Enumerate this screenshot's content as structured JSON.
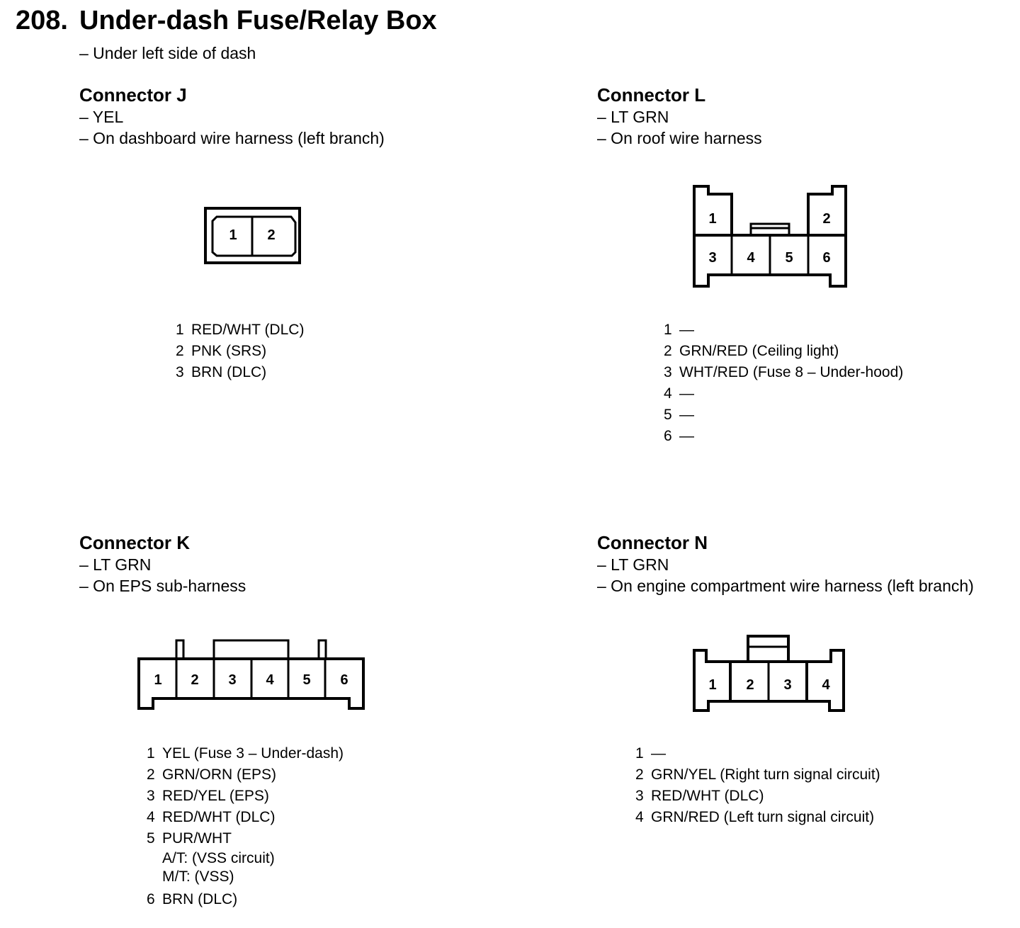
{
  "header": {
    "number": "208.",
    "title": "Under-dash Fuse/Relay Box",
    "subtitle": "– Under left side of dash"
  },
  "connectors": {
    "j": {
      "title": "Connector J",
      "color_note": "– YEL",
      "location_note": "– On dashboard wire harness (left branch)",
      "cavity_labels": [
        "1",
        "2"
      ],
      "pins": [
        {
          "num": "1",
          "desc": "RED/WHT (DLC)"
        },
        {
          "num": "2",
          "desc": "PNK (SRS)"
        },
        {
          "num": "3",
          "desc": "BRN (DLC)"
        }
      ]
    },
    "l": {
      "title": "Connector L",
      "color_note": "– LT GRN",
      "location_note": "– On roof wire harness",
      "cavity_labels": [
        "1",
        "2",
        "3",
        "4",
        "5",
        "6"
      ],
      "pins": [
        {
          "num": "1",
          "desc": "—"
        },
        {
          "num": "2",
          "desc": "GRN/RED (Ceiling light)"
        },
        {
          "num": "3",
          "desc": "WHT/RED (Fuse 8 – Under-hood)"
        },
        {
          "num": "4",
          "desc": "—"
        },
        {
          "num": "5",
          "desc": "—"
        },
        {
          "num": "6",
          "desc": "—"
        }
      ]
    },
    "k": {
      "title": "Connector K",
      "color_note": "– LT GRN",
      "location_note": "– On EPS sub-harness",
      "cavity_labels": [
        "1",
        "2",
        "3",
        "4",
        "5",
        "6"
      ],
      "pins": [
        {
          "num": "1",
          "desc": "YEL (Fuse 3 – Under-dash)"
        },
        {
          "num": "2",
          "desc": "GRN/ORN (EPS)"
        },
        {
          "num": "3",
          "desc": "RED/YEL (EPS)"
        },
        {
          "num": "4",
          "desc": "RED/WHT (DLC)"
        },
        {
          "num": "5",
          "desc": "PUR/WHT",
          "sub": [
            "A/T: (VSS circuit)",
            "M/T: (VSS)"
          ]
        },
        {
          "num": "6",
          "desc": "BRN (DLC)"
        }
      ]
    },
    "n": {
      "title": "Connector N",
      "color_note": "– LT GRN",
      "location_note": "– On engine compartment wire harness (left branch)",
      "cavity_labels": [
        "1",
        "2",
        "3",
        "4"
      ],
      "pins": [
        {
          "num": "1",
          "desc": "—"
        },
        {
          "num": "2",
          "desc": "GRN/YEL (Right turn signal circuit)"
        },
        {
          "num": "3",
          "desc": "RED/WHT (DLC)"
        },
        {
          "num": "4",
          "desc": "GRN/RED (Left turn signal circuit)"
        }
      ]
    }
  }
}
